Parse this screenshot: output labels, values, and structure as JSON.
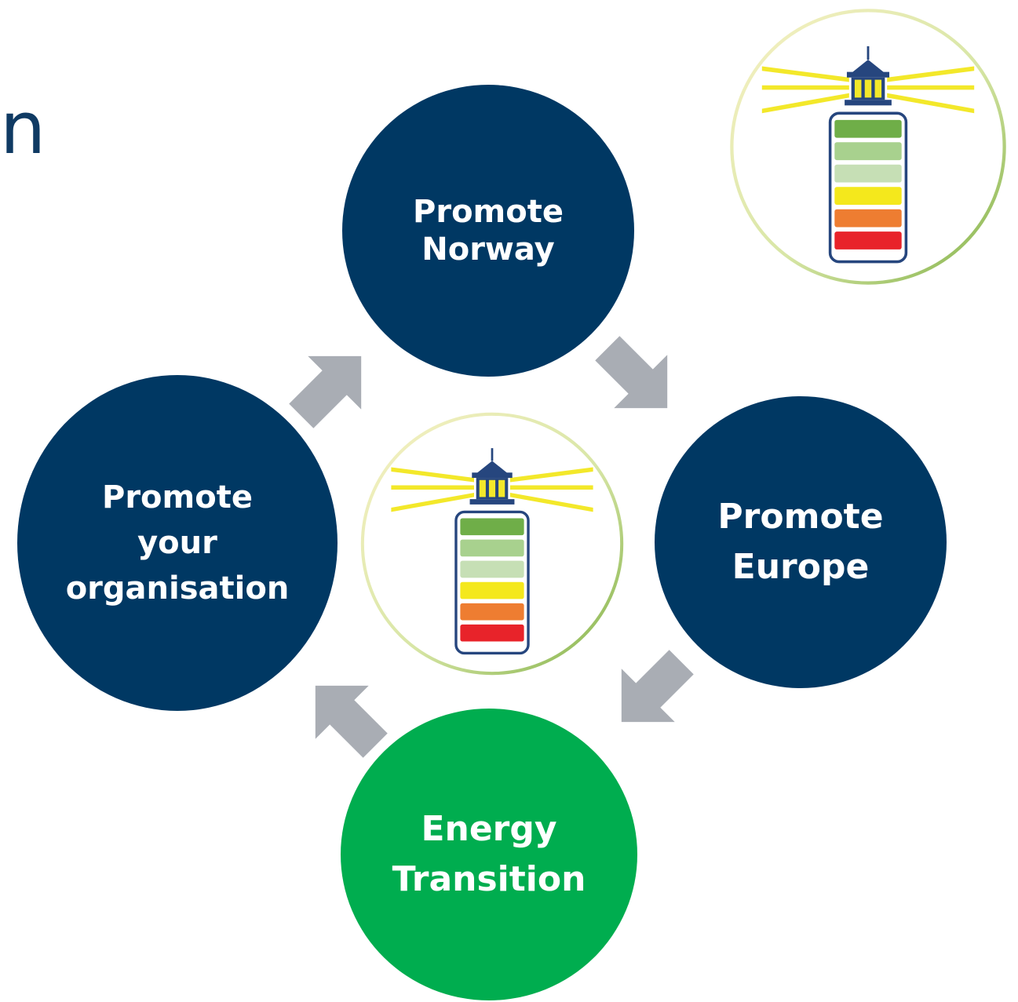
{
  "heading": {
    "fragment": "n"
  },
  "nodes": {
    "norway": {
      "line1": "Promote",
      "line2": "Norway"
    },
    "organisation": {
      "line1": "Promote",
      "line2": "your",
      "line3": "organisation"
    },
    "europe": {
      "line1": "Promote",
      "line2": "Europe"
    },
    "energy": {
      "line1": "Energy",
      "line2": "Transition"
    }
  },
  "colors": {
    "navy": "#003863",
    "green": "#00ad4f",
    "arrow": "#a9adb4",
    "battery_levels": [
      "#6fae48",
      "#a8d18e",
      "#c6dfb5",
      "#f4e81c",
      "#ee7d31",
      "#e8232a"
    ]
  },
  "icons": {
    "center_logo": "lighthouse-battery-icon",
    "corner_logo": "lighthouse-battery-icon",
    "cycle_arrows": "block-arrow-icon"
  }
}
